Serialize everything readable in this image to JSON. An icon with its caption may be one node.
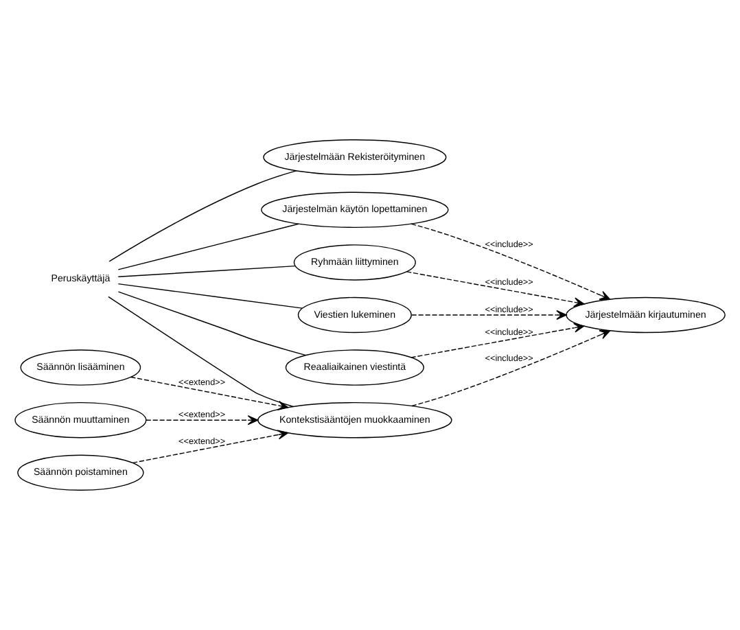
{
  "diagram": {
    "nodes": [
      {
        "text": [
          "Peruskäyttäjä"
        ]
      },
      {
        "text": [
          "Järjestelmään Rekisteröityminen"
        ]
      },
      {
        "text": [
          "Järjestelmän käytön lopettaminen"
        ]
      },
      {
        "text": [
          "Ryhmään liittyminen"
        ]
      },
      {
        "text": [
          "Viestien lukeminen"
        ]
      },
      {
        "text": [
          "Reaaliaikainen viestintä"
        ]
      },
      {
        "text": [
          "Kontekstisääntöjen muokkaaminen"
        ]
      },
      {
        "text": [
          "Järjestelmään kirjautuminen"
        ]
      },
      {
        "text": [
          "Säännön lisääminen"
        ]
      },
      {
        "text": [
          "Säännön muuttaminen"
        ]
      },
      {
        "text": [
          "Säännön poistaminen"
        ]
      }
    ],
    "edges": [
      {
        "from": 0,
        "to": 1,
        "arrow": "none"
      },
      {
        "from": 0,
        "to": 2,
        "arrow": "none"
      },
      {
        "from": 0,
        "to": 3,
        "arrow": "none"
      },
      {
        "from": 0,
        "to": 4,
        "arrow": "none"
      },
      {
        "from": 0,
        "to": 5,
        "arrow": "none"
      },
      {
        "from": 0,
        "to": 6,
        "arrow": "none"
      },
      {
        "from": 2,
        "to": 7,
        "arrow": "to",
        "label": "<<include>>",
        "style": "dashed"
      },
      {
        "from": 3,
        "to": 7,
        "arrow": "to",
        "label": "<<include>>",
        "style": "dashed"
      },
      {
        "from": 4,
        "to": 7,
        "arrow": "to",
        "label": "<<include>>",
        "style": "dashed"
      },
      {
        "from": 5,
        "to": 7,
        "arrow": "to",
        "label": "<<include>>",
        "style": "dashed"
      },
      {
        "from": 6,
        "to": 7,
        "arrow": "to",
        "label": "<<include>>",
        "style": "dashed"
      },
      {
        "from": 8,
        "to": 6,
        "arrow": "to",
        "label": "<<extend>>",
        "style": "dashed"
      },
      {
        "from": 9,
        "to": 6,
        "arrow": "to",
        "label": "<<extend>>",
        "style": "dashed"
      },
      {
        "from": 10,
        "to": 6,
        "arrow": "to",
        "label": "<<extend>>",
        "style": "dashed"
      }
    ]
  }
}
